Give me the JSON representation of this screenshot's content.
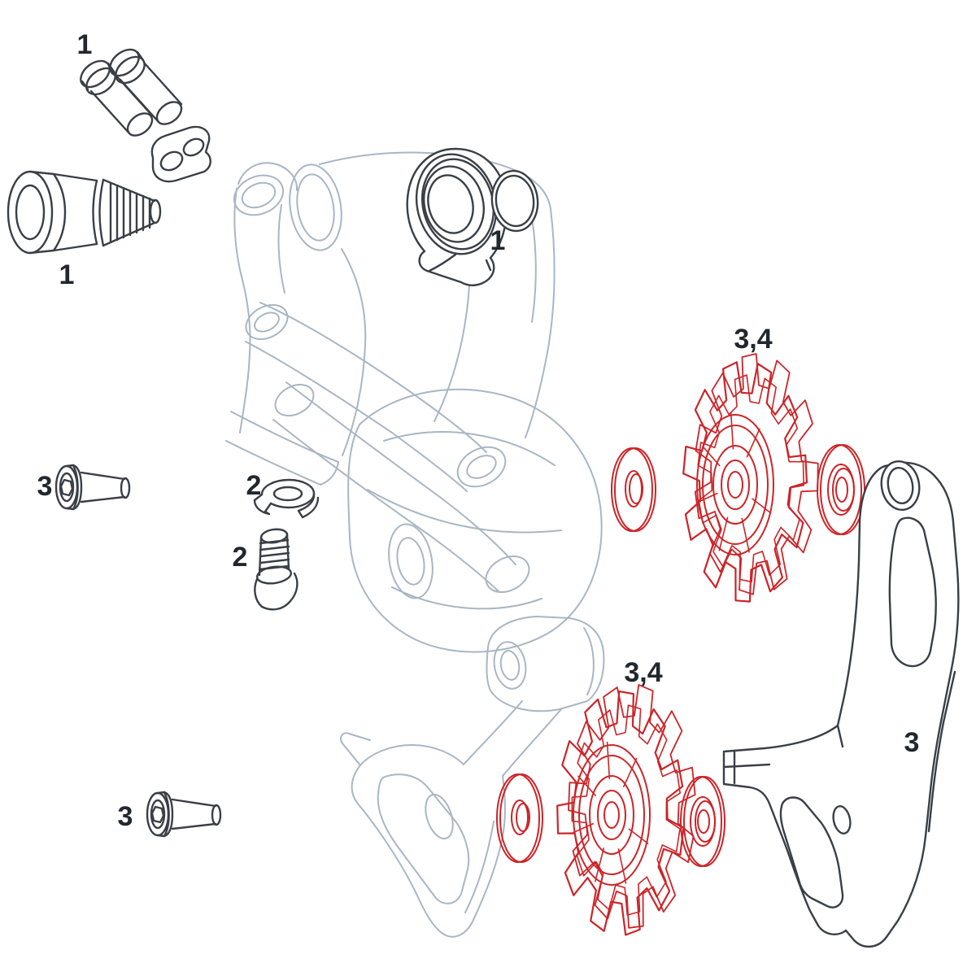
{
  "colors": {
    "background": "#ffffff",
    "body_line": "#a9b6c3",
    "dark_line": "#3a3f46",
    "red_line": "#cc2428",
    "label": "#22272e"
  },
  "labels": [
    {
      "part": "pin-bolts",
      "text": "1"
    },
    {
      "part": "b-bolt",
      "text": "1"
    },
    {
      "part": "cam-and-oring",
      "text": "1"
    },
    {
      "part": "upper-pulley",
      "text": "3,4"
    },
    {
      "part": "lock-washer",
      "text": "2"
    },
    {
      "part": "limit-screw",
      "text": "2"
    },
    {
      "part": "cage-bolt-left",
      "text": "3"
    },
    {
      "part": "lower-pulley",
      "text": "3,4"
    },
    {
      "part": "inner-cage-plate",
      "text": "3"
    },
    {
      "part": "cage-bolt-bottom",
      "text": "3"
    }
  ]
}
